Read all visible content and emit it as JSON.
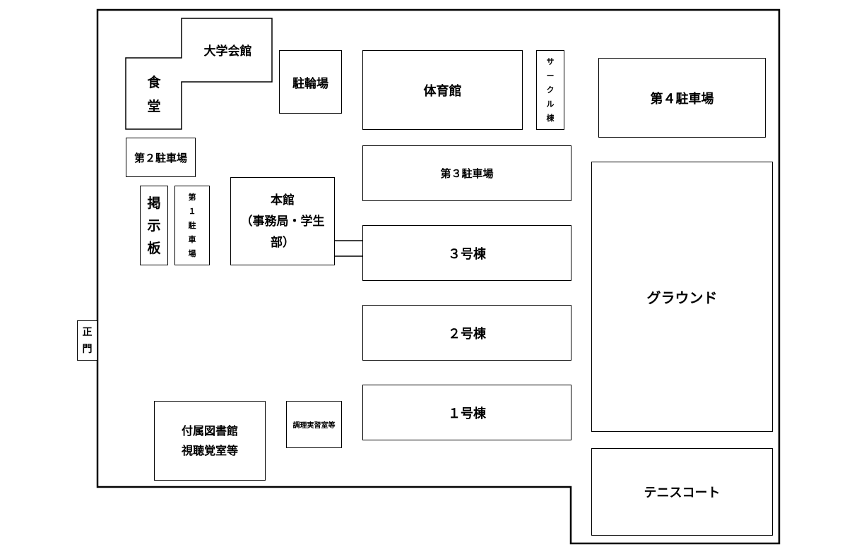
{
  "map": {
    "buildings": {
      "daigaku_kaikan": "大学会館",
      "shokudo": "食\n堂",
      "churinjo": "駐輪場",
      "taiikukan": "体育館",
      "circle_to": "サ\nー\nク\nル\n棟",
      "parking4": "第４駐車場",
      "parking2": "第２駐車場",
      "parking3": "第３駐車場",
      "keijiban": "掲\n示\n板",
      "parking1": "第\n１\n駐\n車\n場",
      "honkan": "本館\n（事務局・学生\n部）",
      "building3": "３号棟",
      "building2": "２号棟",
      "building1": "１号棟",
      "ground": "グラウンド",
      "seimon": "正\n門",
      "library": "付属図書館\n視聴覚室等",
      "cooking": "調理実習室等",
      "tennis": "テニスコート"
    }
  }
}
